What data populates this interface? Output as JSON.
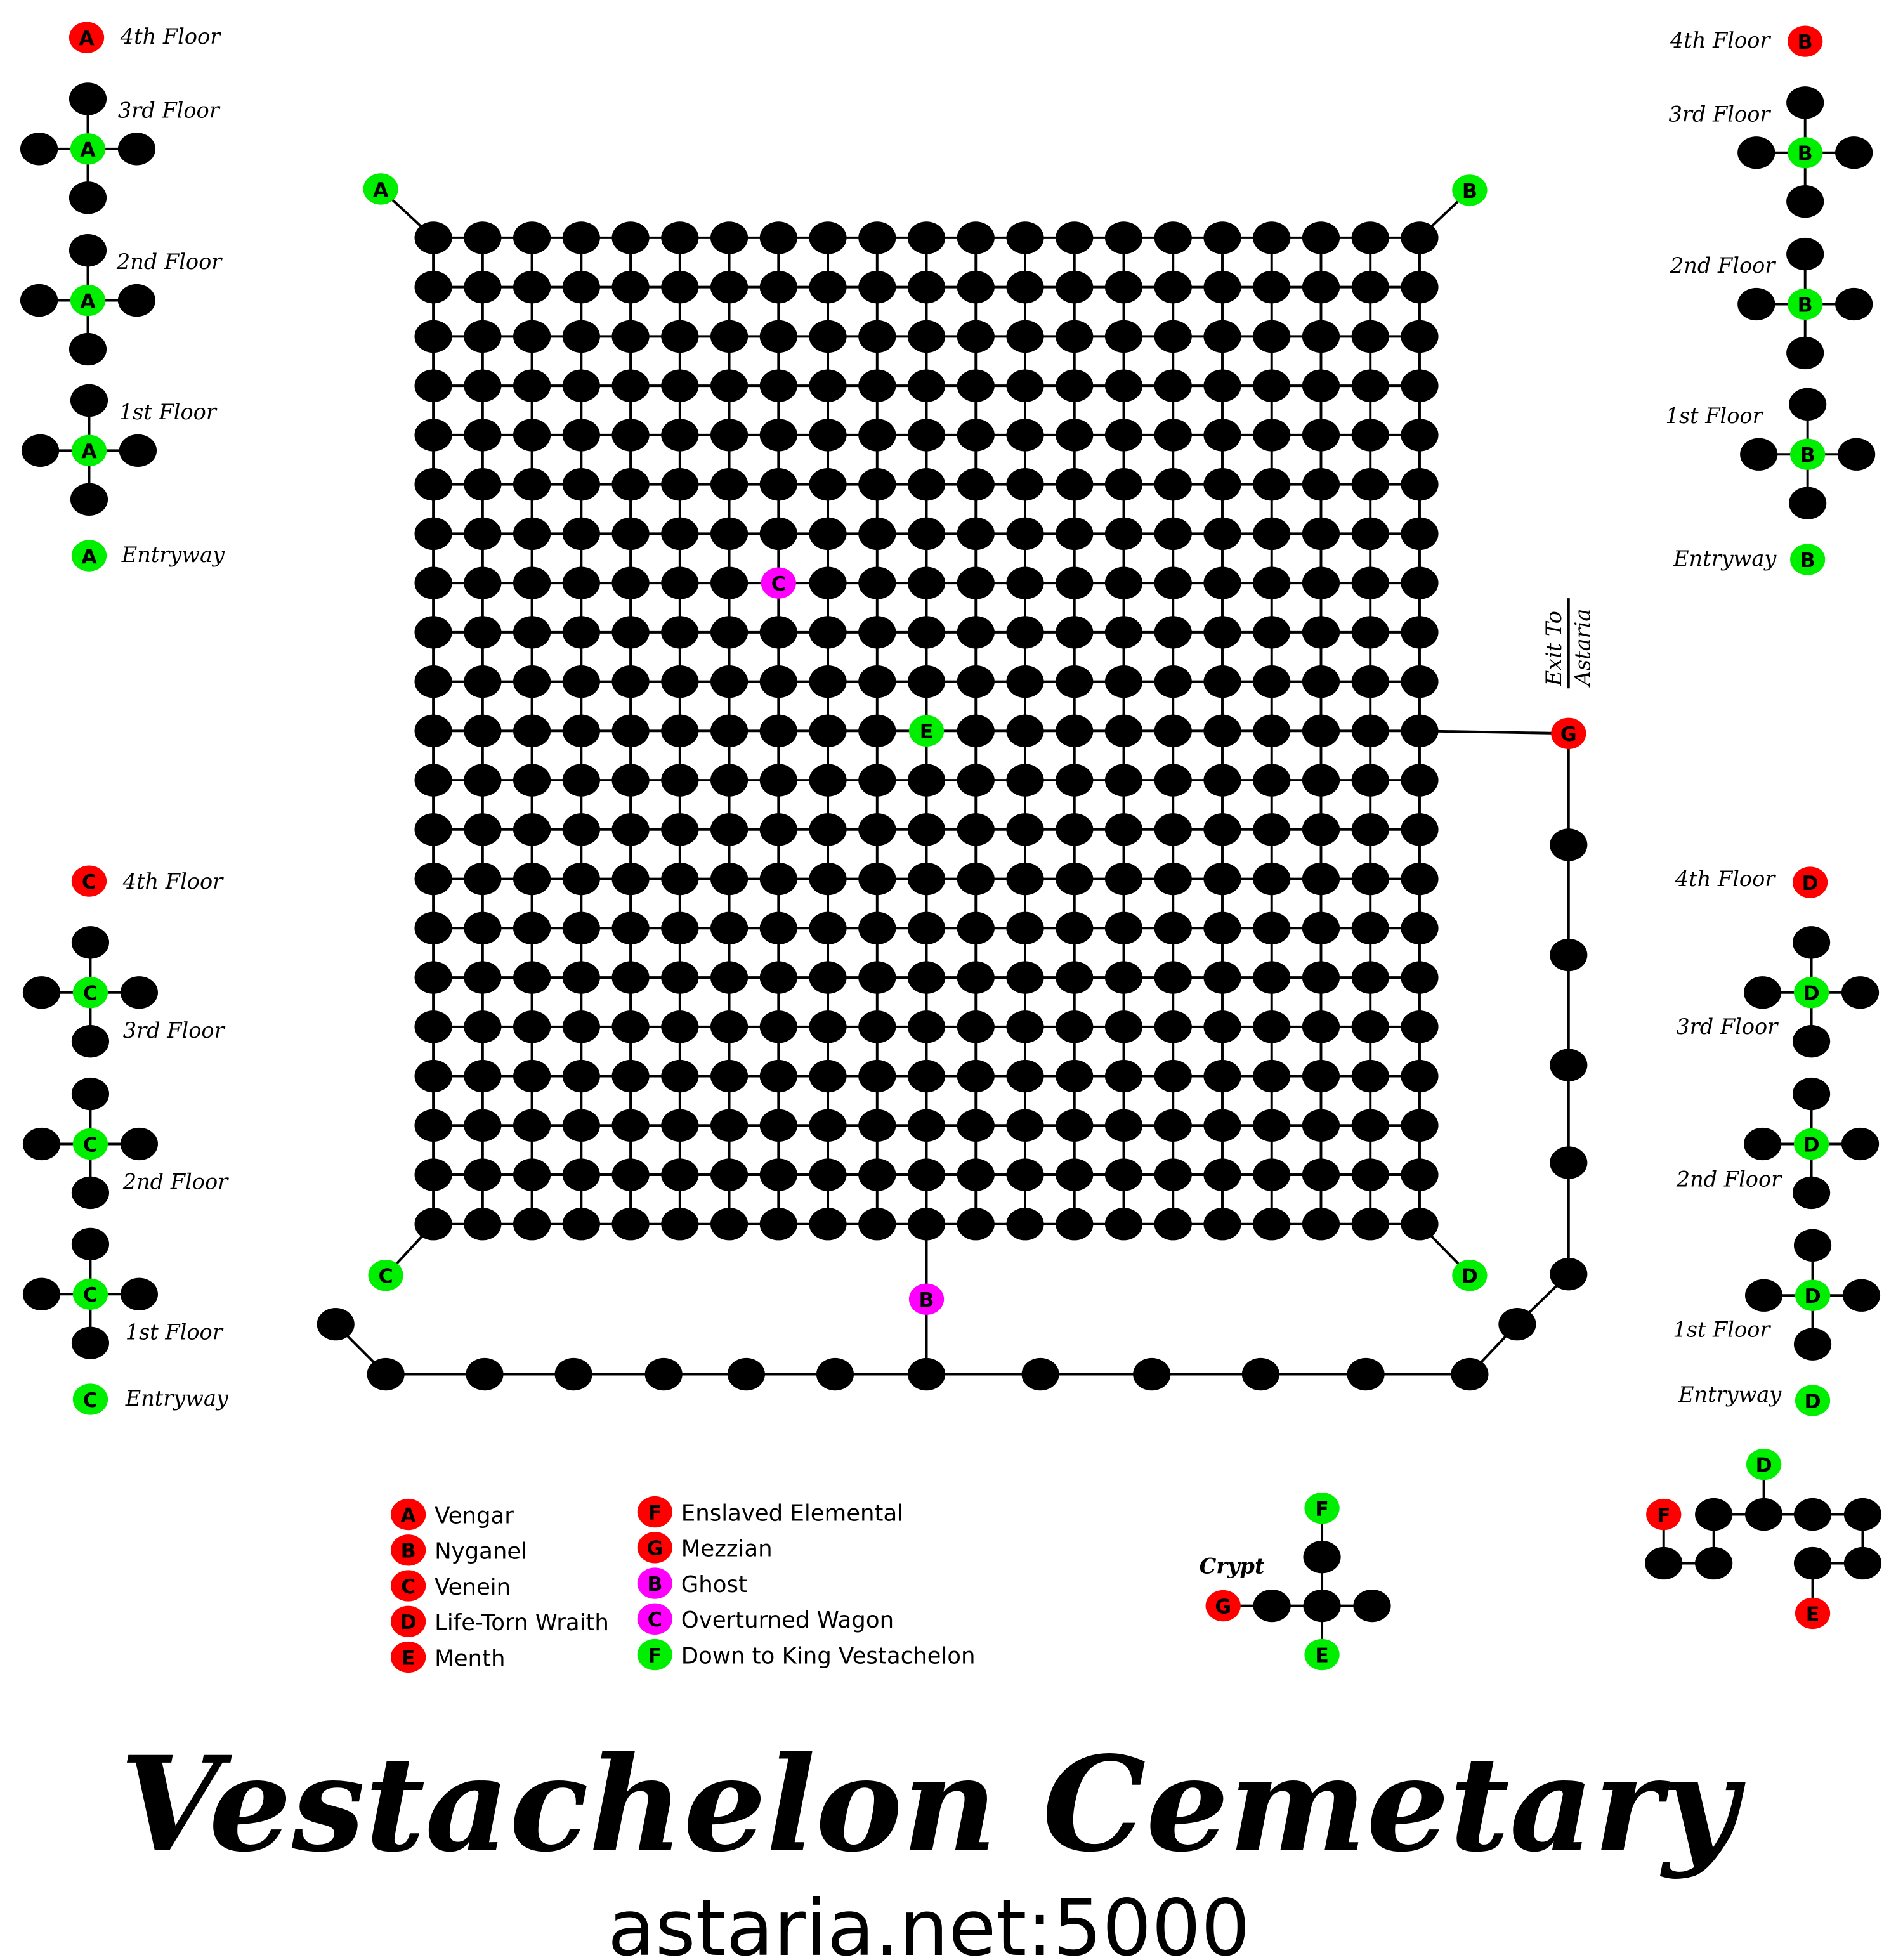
{
  "title": "Vestachelon Cemetary",
  "subtitle": "astaria.net:5000",
  "colors": {
    "room": "#000000",
    "red": "#ff0000",
    "green": "#00ee00",
    "magenta": "#ff00ff",
    "line": "#000000"
  },
  "grid": {
    "columns": 21,
    "rows": 21
  },
  "grid_markers": {
    "ghost_top": {
      "letter": "C",
      "color": "magenta"
    },
    "center": {
      "letter": "E",
      "color": "green"
    },
    "ghost_bottom": {
      "letter": "B",
      "color": "magenta"
    },
    "exit": {
      "letter": "G",
      "color": "red"
    },
    "corner_a": {
      "letter": "A",
      "color": "green"
    },
    "corner_b": {
      "letter": "B",
      "color": "green"
    },
    "corner_c": {
      "letter": "C",
      "color": "green"
    },
    "corner_d": {
      "letter": "D",
      "color": "green"
    }
  },
  "exit_label": {
    "line1": "Exit To",
    "line2": "Astaria"
  },
  "towers": {
    "A": {
      "fourth": "4th Floor",
      "third": "3rd Floor",
      "second": "2nd Floor",
      "first": "1st Floor",
      "entry": "Entryway"
    },
    "B": {
      "fourth": "4th Floor",
      "third": "3rd Floor",
      "second": "2nd Floor",
      "first": "1st Floor",
      "entry": "Entryway"
    },
    "C": {
      "fourth": "4th Floor",
      "third": "3rd Floor",
      "second": "2nd Floor",
      "first": "1st Floor",
      "entry": "Entryway"
    },
    "D": {
      "fourth": "4th Floor",
      "third": "3rd Floor",
      "second": "2nd Floor",
      "first": "1st Floor",
      "entry": "Entryway"
    }
  },
  "crypt": {
    "label": "Crypt",
    "top": "F",
    "left": "G",
    "bottom": "E"
  },
  "lair": {
    "entry": "D",
    "left": "F",
    "bottom": "E"
  },
  "legend": [
    {
      "letter": "A",
      "color": "red",
      "text": "Vengar"
    },
    {
      "letter": "B",
      "color": "red",
      "text": "Nyganel"
    },
    {
      "letter": "C",
      "color": "red",
      "text": "Venein"
    },
    {
      "letter": "D",
      "color": "red",
      "text": "Life-Torn Wraith"
    },
    {
      "letter": "E",
      "color": "red",
      "text": "Menth"
    },
    {
      "letter": "F",
      "color": "red",
      "text": "Enslaved Elemental"
    },
    {
      "letter": "G",
      "color": "red",
      "text": "Mezzian"
    },
    {
      "letter": "B",
      "color": "magenta",
      "text": "Ghost"
    },
    {
      "letter": "C",
      "color": "magenta",
      "text": "Overturned Wagon"
    },
    {
      "letter": "F",
      "color": "green",
      "text": "Down to King Vestachelon"
    }
  ]
}
